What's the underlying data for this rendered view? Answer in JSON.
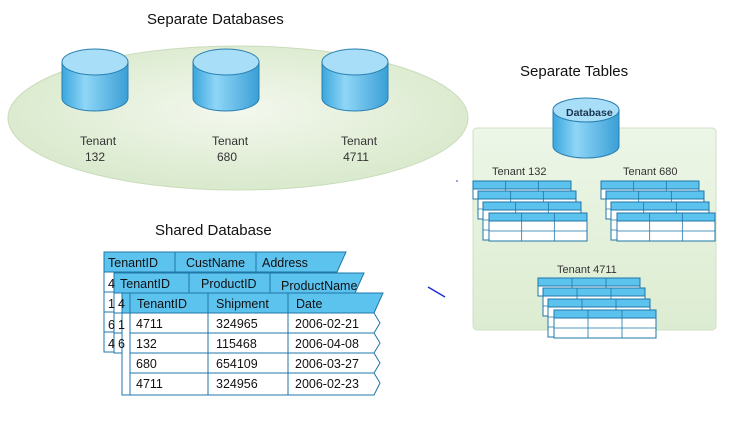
{
  "separate_databases": {
    "title": "Separate Databases",
    "databases": [
      {
        "line1": "Tenant",
        "line2": "132"
      },
      {
        "line1": "Tenant",
        "line2": "680"
      },
      {
        "line1": "Tenant",
        "line2": "4711"
      }
    ]
  },
  "separate_tables": {
    "title": "Separate Tables",
    "database_label": "Database",
    "groups": [
      "Tenant 132",
      "Tenant 680",
      "Tenant 4711"
    ]
  },
  "shared_database": {
    "title": "Shared Database",
    "back_table": {
      "headers": [
        "TenantID",
        "CustName",
        "Address"
      ],
      "id_cells": [
        "4",
        "1",
        "6",
        "4"
      ]
    },
    "middle_table": {
      "headers": [
        "TenantID",
        "ProductID",
        "ProductName"
      ],
      "id_cells": [
        "4",
        "1",
        "6"
      ]
    },
    "front_table": {
      "headers": [
        "TenantID",
        "Shipment",
        "Date"
      ],
      "rows": [
        [
          "4711",
          "324965",
          "2006-02-21"
        ],
        [
          "132",
          "115468",
          "2006-04-08"
        ],
        [
          "680",
          "654109",
          "2006-03-27"
        ],
        [
          "4711",
          "324956",
          "2006-02-23"
        ]
      ]
    }
  },
  "colors": {
    "cylinder_body": "#6cc4f0",
    "cylinder_top": "#a3dcf8",
    "ellipse_fill": "#e3efd9",
    "panel_fill": "#e6f2df",
    "table_header": "#5cc2ee",
    "table_grid": "#1f77a8"
  }
}
